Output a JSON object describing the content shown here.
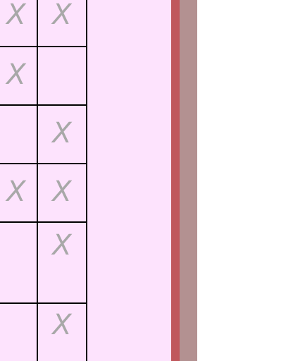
{
  "grid": {
    "rows": [
      {
        "col0": "X",
        "col1": "X"
      },
      {
        "col0": "X",
        "col1": ""
      },
      {
        "col0": "",
        "col1": "X"
      },
      {
        "col0": "X",
        "col1": "X"
      },
      {
        "col0": "",
        "col1": "X"
      },
      {
        "col0": "",
        "col1": "X"
      }
    ]
  },
  "colors": {
    "panel_bg": "#fde3fd",
    "grid_line": "#000000",
    "mark": "#a8a8a8",
    "divider_red": "#c0585c",
    "divider_gray": "#b39191"
  }
}
